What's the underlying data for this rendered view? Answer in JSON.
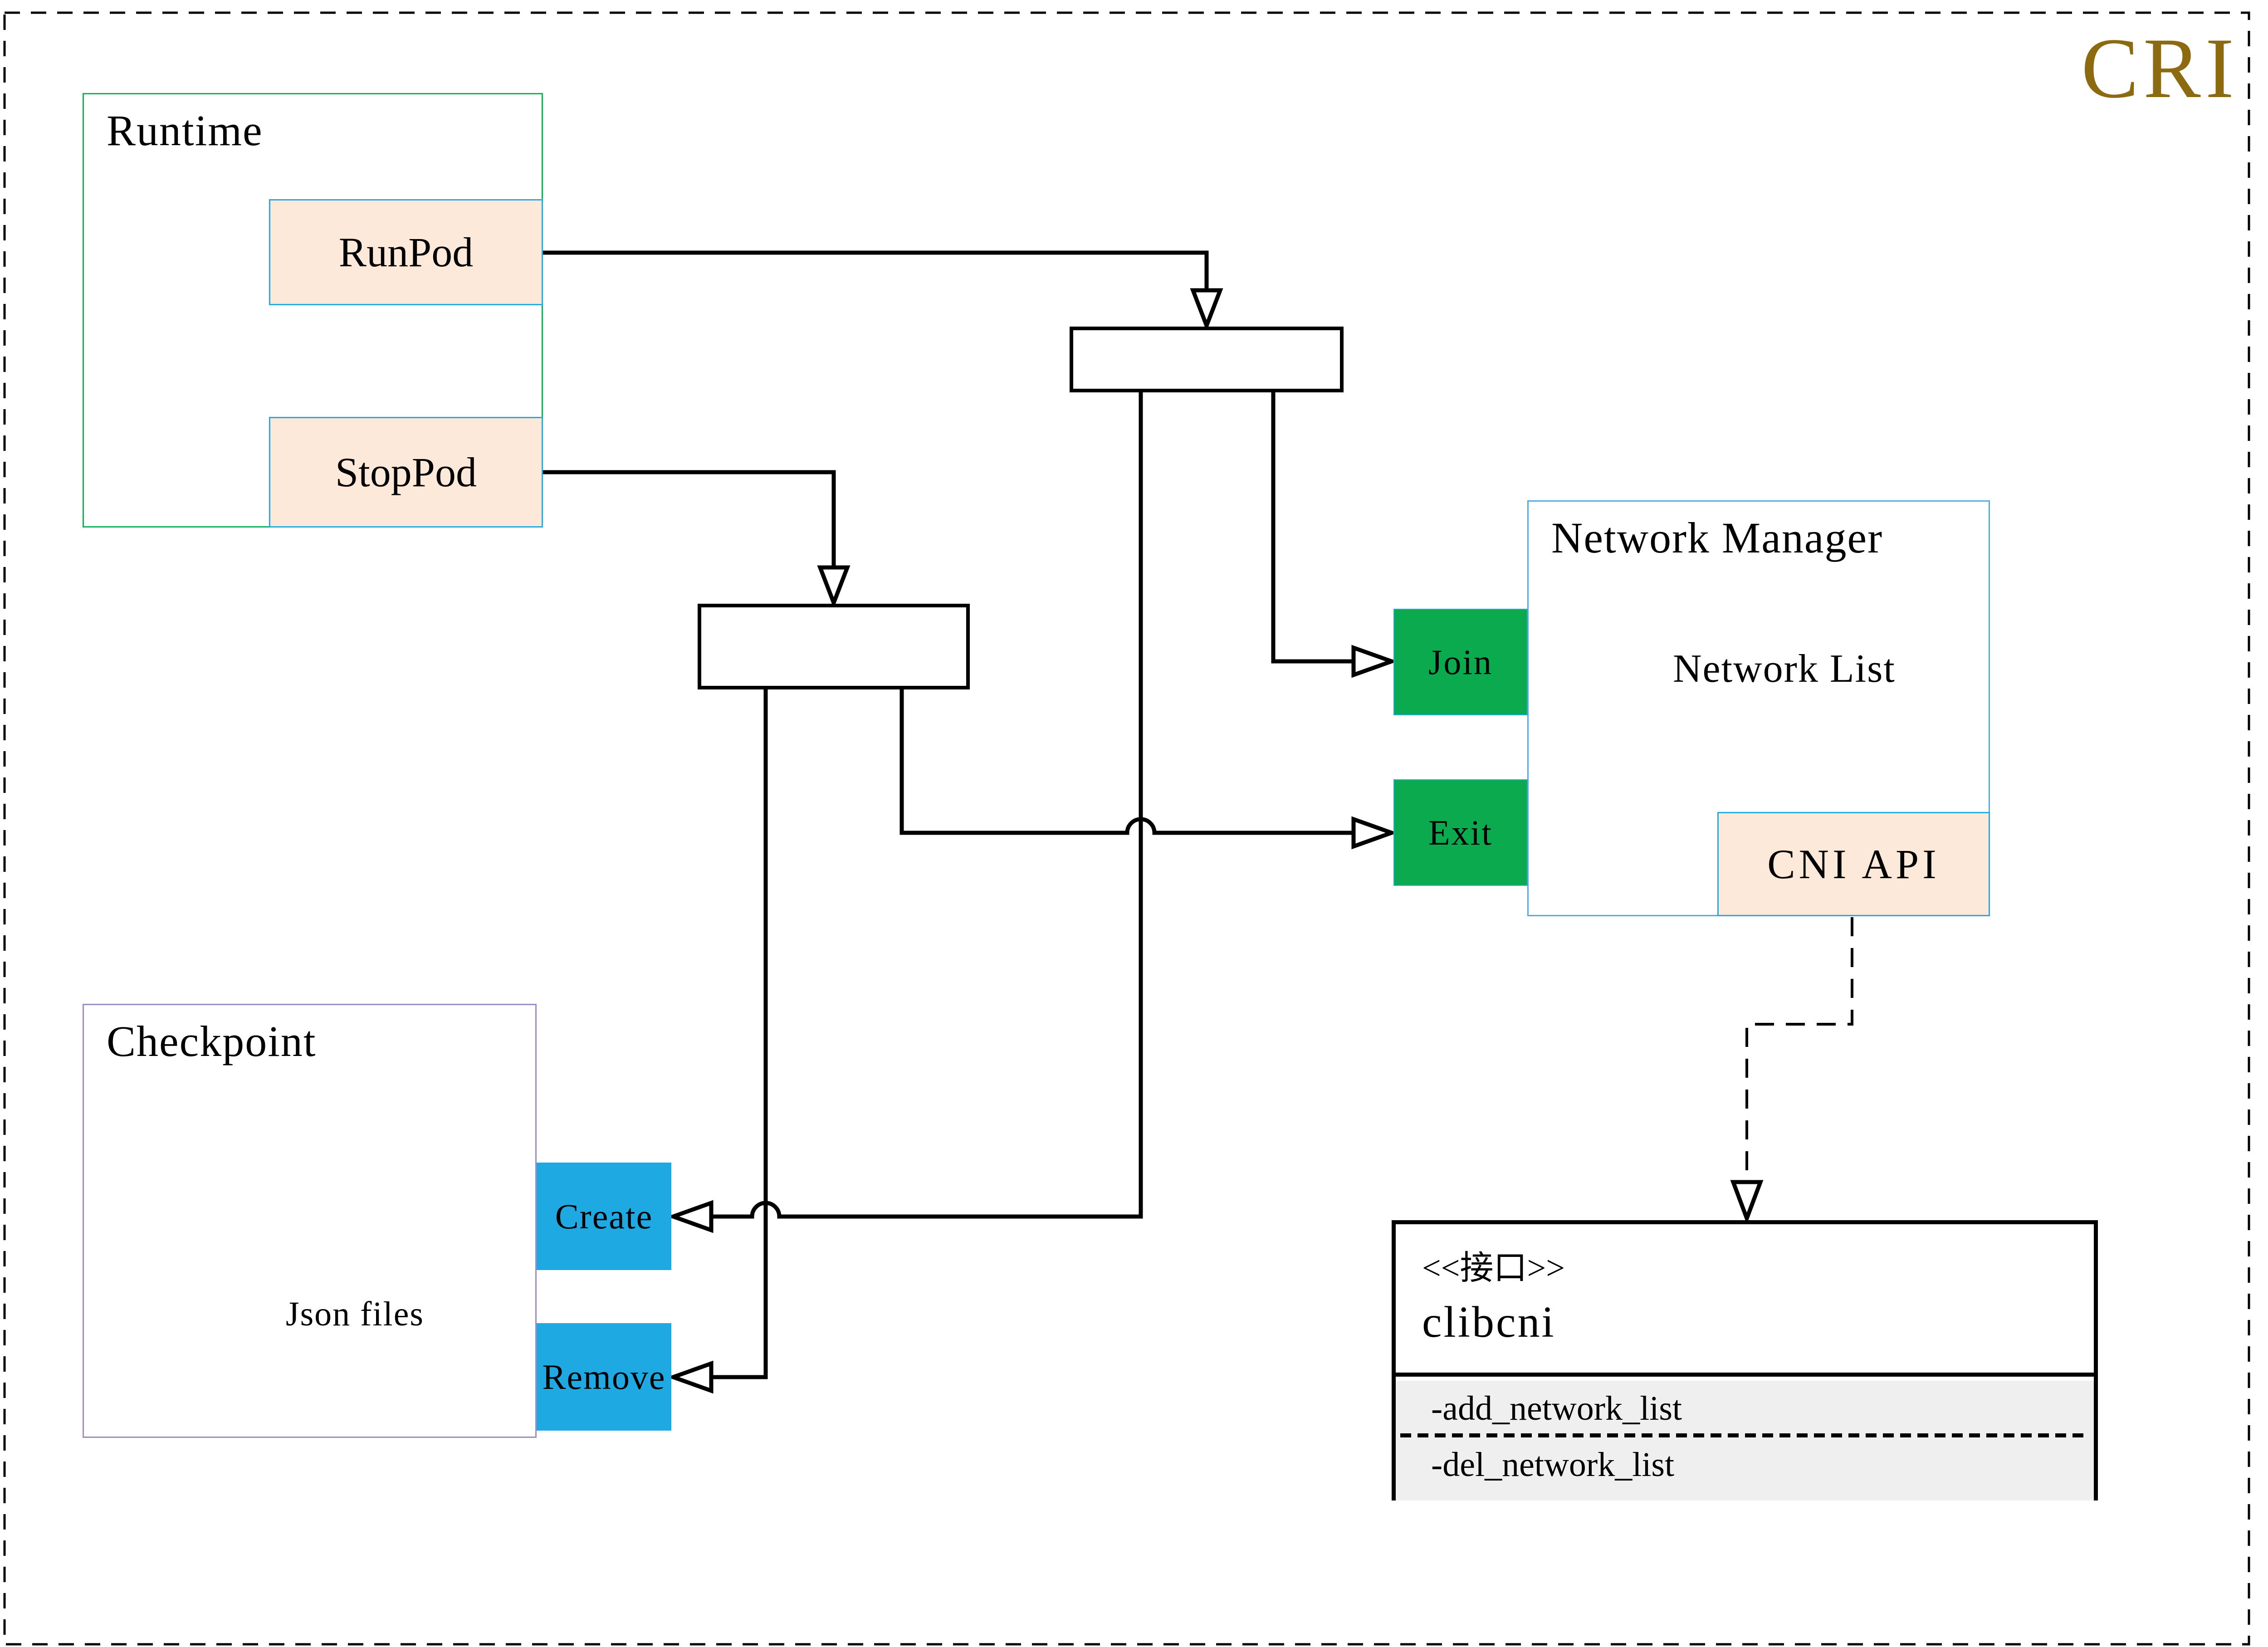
{
  "header": {
    "cri": "CRI"
  },
  "runtime": {
    "title": "Runtime",
    "runpod_label": "RunPod",
    "stoppod_label": "StopPod"
  },
  "network_manager": {
    "title": "Network Manager",
    "network_list_label": "Network List",
    "join_label": "Join",
    "exit_label": "Exit",
    "cni_api_label": "CNI API"
  },
  "checkpoint": {
    "title": "Checkpoint",
    "json_files_label": "Json files",
    "create_label": "Create",
    "remove_label": "Remove"
  },
  "clibcni": {
    "stereotype": "<<接口>>",
    "name": "clibcni",
    "methods": [
      "-add_network_list",
      "-del_network_list"
    ]
  },
  "colors": {
    "cri_gold": "#8C6B10",
    "runtime_border_green": "#12B25A",
    "peach_fill": "#FCE9DA",
    "light_blue_border": "#29ABE2",
    "network_manager_border": "#55ACE4",
    "checkpoint_border_purple": "#9C8EC4",
    "green_fill": "#0CAA4F",
    "blue_fill": "#1FA9E2",
    "uml_attr_gray": "#EFEFEF",
    "cylinder_gray": "#58595B"
  }
}
